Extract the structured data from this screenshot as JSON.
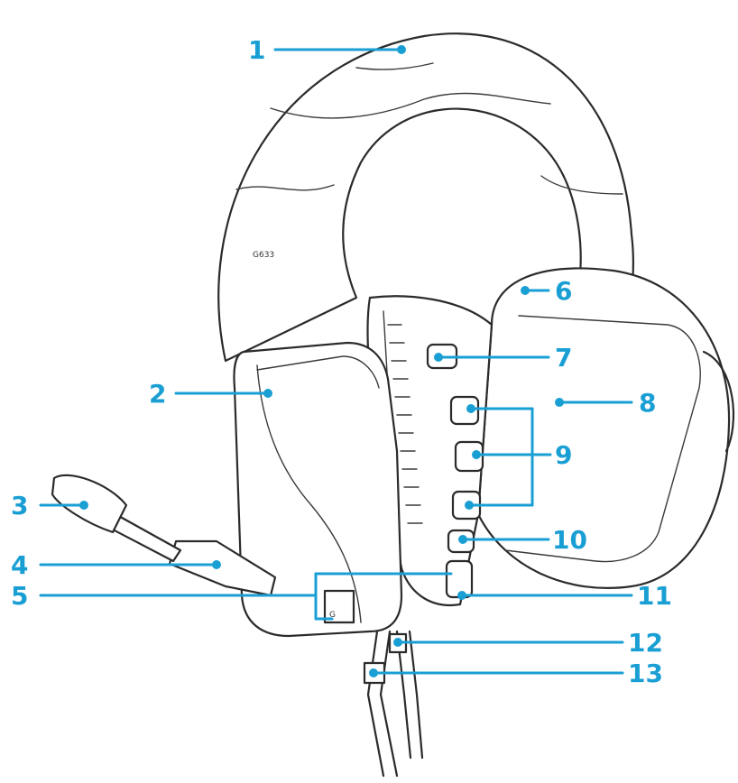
{
  "colors": {
    "callout": "#1a9fd4",
    "line_art": "#2b2b2b",
    "background": "#ffffff"
  },
  "product_text": {
    "model_label": "G633",
    "logo": "G"
  },
  "callouts": [
    {
      "id": "1",
      "label": "1"
    },
    {
      "id": "2",
      "label": "2"
    },
    {
      "id": "3",
      "label": "3"
    },
    {
      "id": "4",
      "label": "4"
    },
    {
      "id": "5",
      "label": "5"
    },
    {
      "id": "6",
      "label": "6"
    },
    {
      "id": "7",
      "label": "7"
    },
    {
      "id": "8",
      "label": "8"
    },
    {
      "id": "9",
      "label": "9"
    },
    {
      "id": "10",
      "label": "10"
    },
    {
      "id": "11",
      "label": "11"
    },
    {
      "id": "12",
      "label": "12"
    },
    {
      "id": "13",
      "label": "13"
    }
  ]
}
